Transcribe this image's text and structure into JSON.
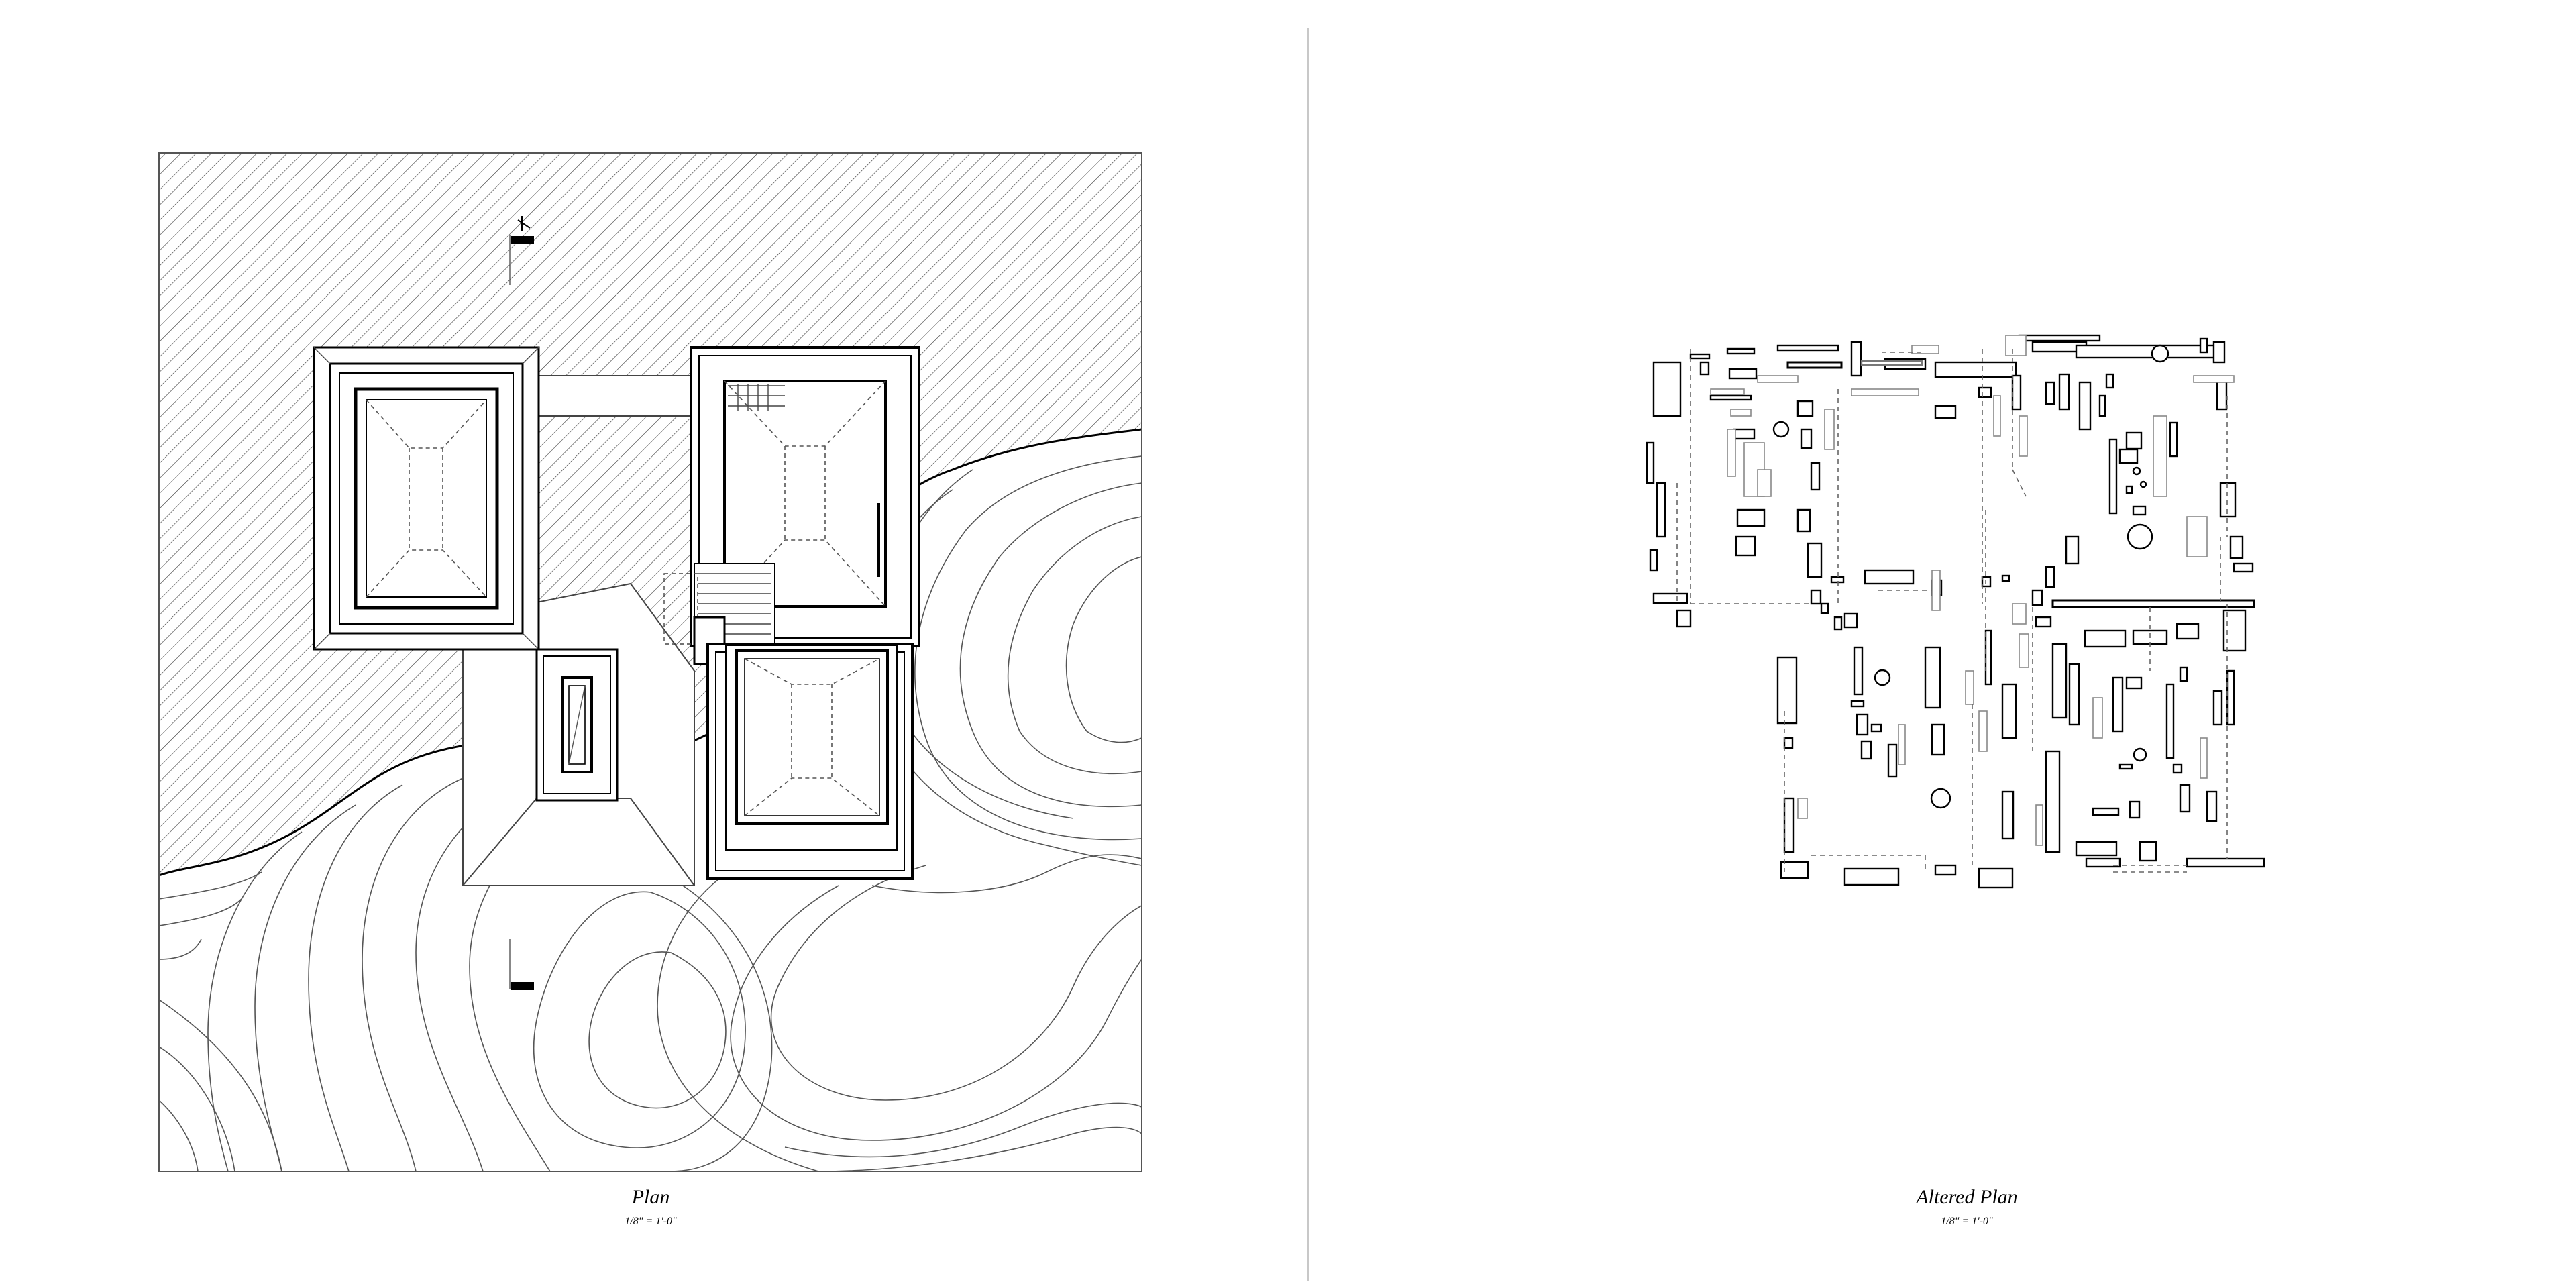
{
  "left_panel": {
    "title": "Plan",
    "scale": "1/8\" = 1'-0\""
  },
  "right_panel": {
    "title": "Altered Plan",
    "scale": "1/8\" = 1'-0\""
  },
  "colors": {
    "ink": "#000000",
    "thin_line": "#555555",
    "divider": "#c8c8c8",
    "background": "#ffffff"
  }
}
